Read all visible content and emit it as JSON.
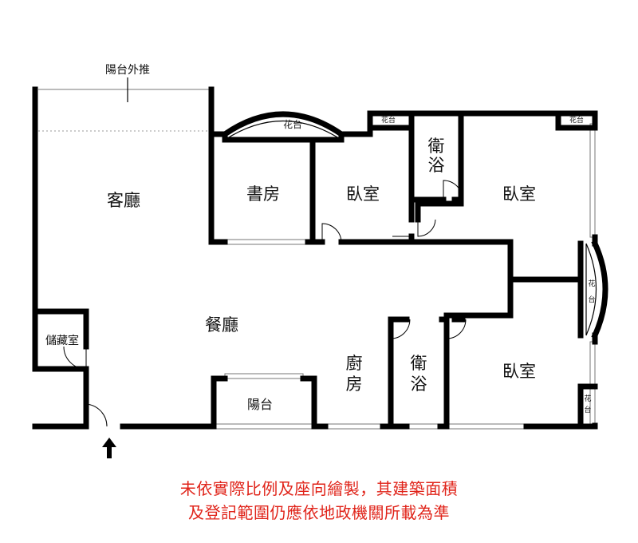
{
  "labels": {
    "balcony_extension": "陽台外推",
    "living_room": "客廳",
    "planter_top": "花台",
    "study": "書房",
    "bedroom_1": "臥室",
    "bathroom_1": "衛浴",
    "planter_small_1": "花台",
    "bedroom_2": "臥室",
    "planter_small_2": "花台",
    "planter_side": "花台",
    "storage": "儲藏室",
    "dining_room": "餐廳",
    "kitchen": "廚房",
    "bathroom_2": "衛浴",
    "bedroom_3": "臥室",
    "balcony": "陽台",
    "planter_small_3": "花台"
  },
  "notes": {
    "line1": "未依實際比例及座向繪製，其建築面積",
    "line2": "及登記範圍仍應依地政機關所載為準"
  },
  "colors": {
    "note": "#e0241a",
    "wall": "#000000"
  },
  "icons": {
    "entrance": "up-arrow-icon"
  }
}
